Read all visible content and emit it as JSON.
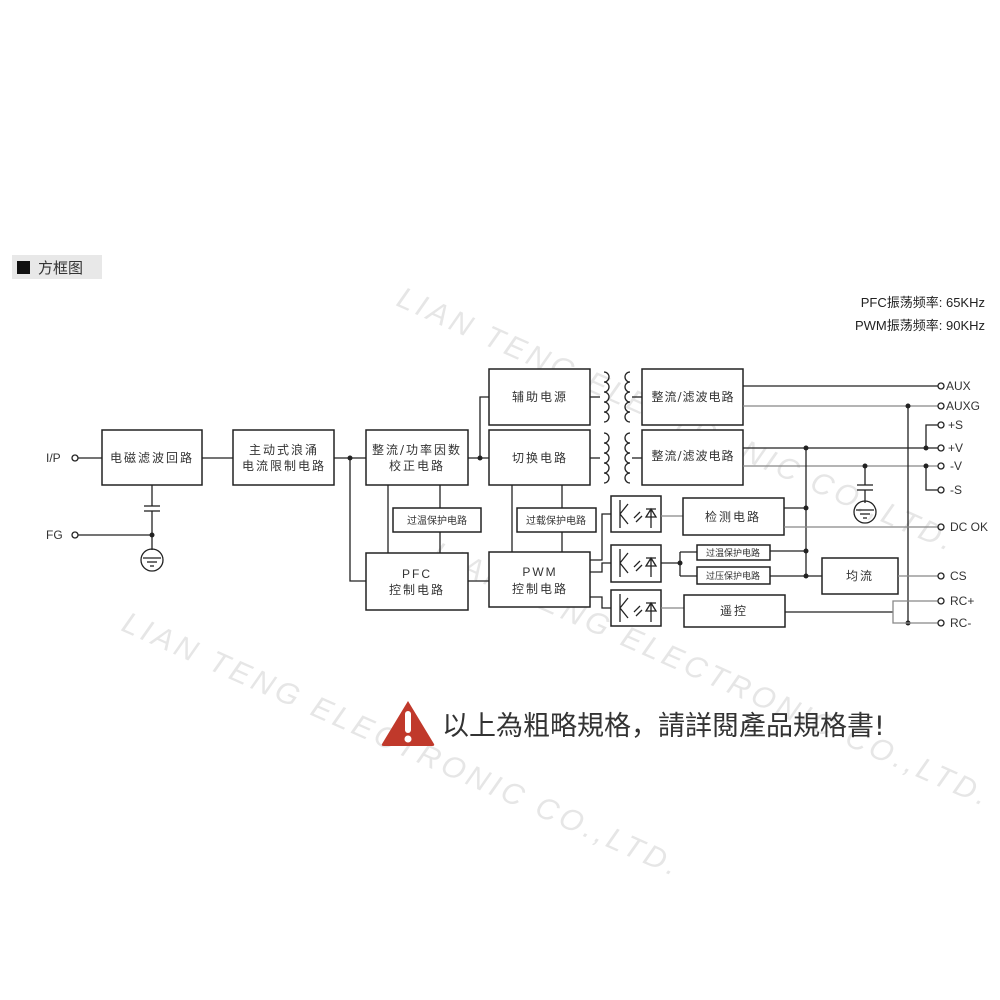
{
  "header": {
    "icon": "black-square-icon",
    "title": "方框图"
  },
  "frequencies": {
    "pfc": "PFC振荡频率: 65KHz",
    "pwm": "PWM振荡频率: 90KHz"
  },
  "watermark": "LIAN TENG ELECTRONIC CO.,LTD.",
  "inputs": {
    "ip": "I/P",
    "fg": "FG"
  },
  "blocks": {
    "emi": "电磁滤波回路",
    "inrush_1": "主动式浪涌",
    "inrush_2": "电流限制电路",
    "pfc_rect_1": "整流/功率因数",
    "pfc_rect_2": "校正电路",
    "aux_power": "辅助电源",
    "switching": "切换电路",
    "rect_filter_1": "整流/滤波电路",
    "rect_filter_2": "整流/滤波电路",
    "otp_1": "过温保护电路",
    "olp": "过载保护电路",
    "pfc_ctrl_1": "PFC",
    "pfc_ctrl_2": "控制电路",
    "pwm_ctrl_1": "PWM",
    "pwm_ctrl_2": "控制电路",
    "detect": "检测电路",
    "otp_2": "过温保护电路",
    "ovp": "过压保护电路",
    "current_share": "均流",
    "remote": "遥控"
  },
  "outputs": [
    "AUX",
    "AUXG",
    "+S",
    "+V",
    "-V",
    "-S",
    "DC OK",
    "CS",
    "RC+",
    "RC-"
  ],
  "note": {
    "icon": "warning-icon",
    "color": "#c0392b",
    "text": "以上為粗略規格，請詳閱產品規格書!"
  }
}
